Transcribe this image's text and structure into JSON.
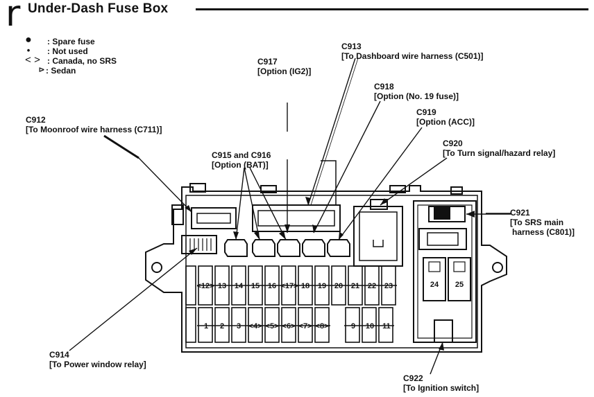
{
  "header": {
    "section_letter": "r",
    "title": "Under-Dash Fuse Box"
  },
  "legend": [
    {
      "symbol": "●",
      "text": ": Spare fuse"
    },
    {
      "symbol": "•",
      "text": ": Not used"
    },
    {
      "symbol": "< >",
      "text": ": Canada, no SRS"
    },
    {
      "symbol": "⊳",
      "text": ": Sedan"
    }
  ],
  "connectors": {
    "c912": {
      "id": "C912",
      "desc": "[To Moonroof wire harness (C711)]"
    },
    "c913": {
      "id": "C913",
      "desc": "[To Dashboard wire harness (C501)]"
    },
    "c914": {
      "id": "C914",
      "desc": "[To Power window relay]"
    },
    "c915": {
      "id": "C915 and C916",
      "desc": "[Option (BAT)]"
    },
    "c917": {
      "id": "C917",
      "desc": "[Option (IG2)]"
    },
    "c918": {
      "id": "C918",
      "desc": "[Option (No. 19 fuse)]"
    },
    "c919": {
      "id": "C919",
      "desc": "[Option (ACC)]"
    },
    "c920": {
      "id": "C920",
      "desc": "[To Turn signal/hazard relay]"
    },
    "c921": {
      "id": "C921",
      "desc": "[To SRS main",
      "desc2": "harness (C801)]"
    },
    "c922": {
      "id": "C922",
      "desc": "[To Ignition switch]"
    }
  },
  "fuses_top": [
    "<12>",
    "13",
    "14",
    "15",
    "16",
    "<17>",
    "18",
    "19",
    "20",
    "21",
    "22",
    "23"
  ],
  "fuses_bottom": [
    "1",
    "2",
    "3",
    "<4>",
    "<5>",
    "<6>",
    "<7>",
    "<8>",
    "9",
    "10",
    "11"
  ],
  "fuses_right": [
    "24",
    "25"
  ]
}
